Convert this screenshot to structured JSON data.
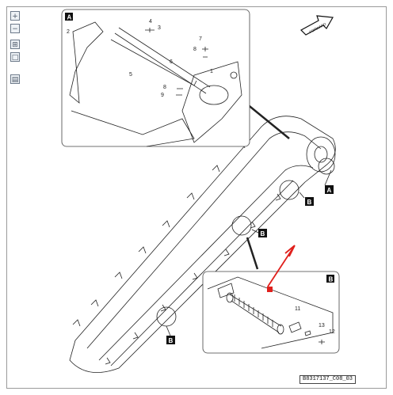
{
  "toolbar": {
    "buttons": [
      {
        "name": "zoom-in",
        "glyph": "+"
      },
      {
        "name": "zoom-out",
        "glyph": "−"
      },
      {
        "name": "fit-page",
        "glyph": "⊞"
      },
      {
        "name": "fit-width",
        "glyph": "□"
      },
      {
        "name": "print",
        "glyph": "▤"
      }
    ]
  },
  "inset_a": {
    "tag": "A",
    "callouts": [
      "2",
      "3",
      "4",
      "5",
      "6",
      "7",
      "8",
      "1",
      "8",
      "9"
    ]
  },
  "inset_b": {
    "tag": "B",
    "callouts": [
      "11",
      "12",
      "13"
    ],
    "highlight_color": "#e0201c"
  },
  "main": {
    "view_tags": [
      "A",
      "B",
      "B",
      "B"
    ]
  },
  "direction_arrow": {
    "label": "FORWARD"
  },
  "drawing_ref": "B8317137_C08_03"
}
